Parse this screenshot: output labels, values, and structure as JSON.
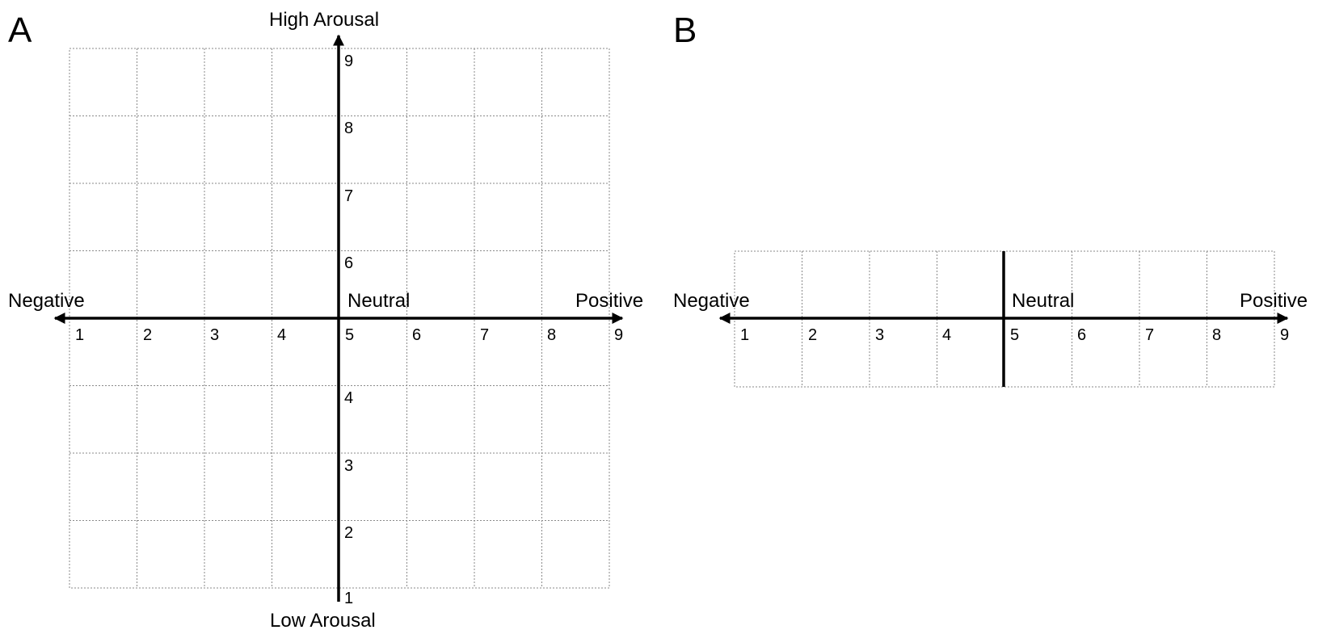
{
  "panels": [
    {
      "label": "A",
      "x_axis": {
        "negative_label": "Negative",
        "neutral_label": "Neutral",
        "positive_label": "Positive",
        "ticks": [
          "1",
          "2",
          "3",
          "4",
          "5",
          "6",
          "7",
          "8",
          "9"
        ]
      },
      "y_axis": {
        "top_label": "High Arousal",
        "bottom_label": "Low Arousal",
        "ticks": [
          "9",
          "8",
          "7",
          "6",
          "4",
          "3",
          "2",
          "1"
        ]
      }
    },
    {
      "label": "B",
      "x_axis": {
        "negative_label": "Negative",
        "neutral_label": "Neutral",
        "positive_label": "Positive",
        "ticks": [
          "1",
          "2",
          "3",
          "4",
          "5",
          "6",
          "7",
          "8",
          "9"
        ]
      }
    }
  ]
}
